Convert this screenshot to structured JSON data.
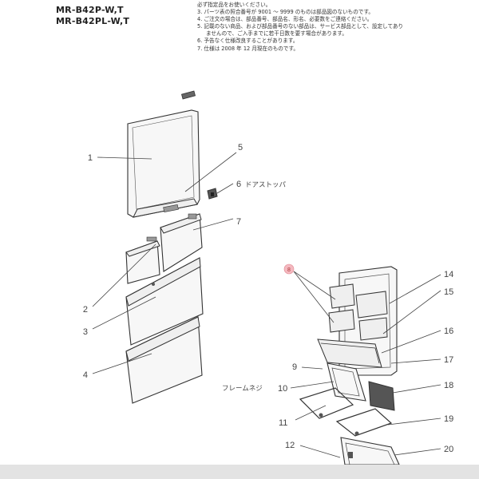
{
  "header": {
    "model_line1": "MR-B42P-W,T",
    "model_line2": "MR-B42PL-W,T",
    "notes": [
      "必ず指定品をお使いください。",
      "3. パーツ表の照合番号が 9001 ～ 9999 のものは部品図のないものです。",
      "4. ご注文の場合は、部品番号、部品名、形名、必要数をご連絡ください。",
      "5. 記載のない商品、および部品番号のない部品は、サービス部品として、設定してあり",
      "ませんので、ご入手までに若干日数を要す場合があります。",
      "6. 予告なく仕様改良することがあります。",
      "7. 仕様は 2008 年 12 月現在のものです。"
    ]
  },
  "callouts": {
    "n1": "1",
    "n2": "2",
    "n3": "3",
    "n4": "4",
    "n5": "5",
    "n6": "6",
    "n6_label": "ドアストッパ",
    "n7": "7",
    "n8": "8",
    "n9": "9",
    "n10": "10",
    "n10_label": "フレームネジ",
    "n11": "11",
    "n12": "12",
    "n14": "14",
    "n15": "15",
    "n16": "16",
    "n17": "17",
    "n18": "18",
    "n19": "19",
    "n20": "20"
  },
  "colors": {
    "callout_badge": "#f4b8bf",
    "footer_bar": "#e3e3e3"
  }
}
